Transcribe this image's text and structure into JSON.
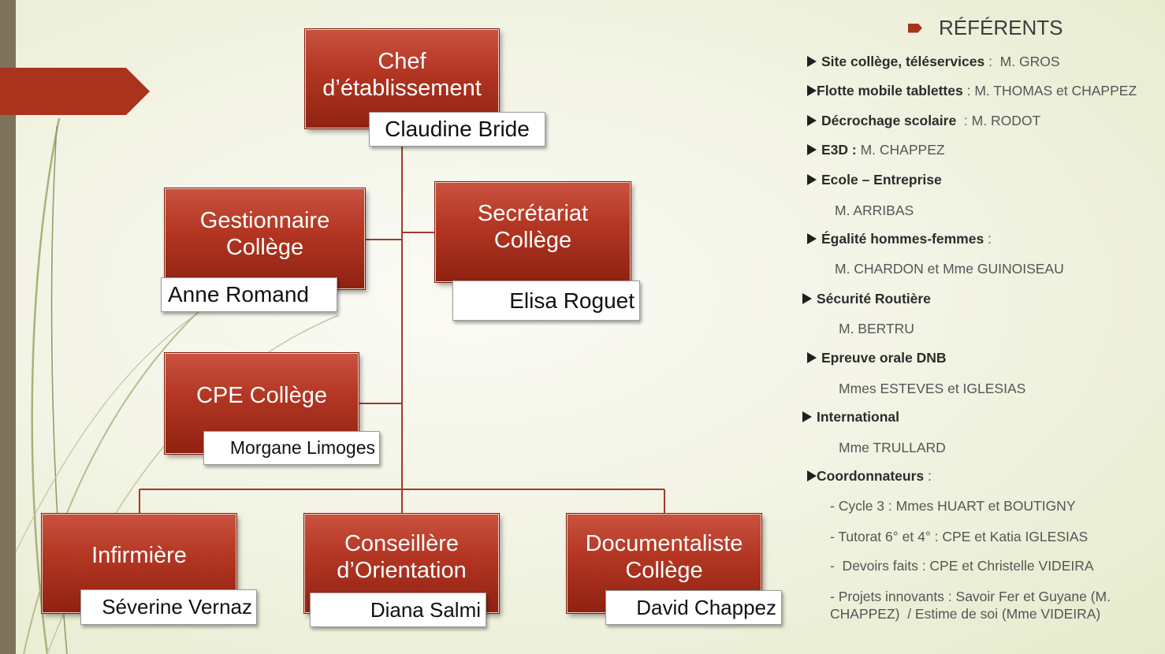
{
  "org": {
    "chef": {
      "line1": "Chef",
      "line2": "d’établissement",
      "name": "Claudine Bride"
    },
    "gestionnaire": {
      "line1": "Gestionnaire",
      "line2": "Collège",
      "name": "Anne Romand"
    },
    "secretariat": {
      "line1": "Secrétariat",
      "line2": "Collège",
      "name": "Elisa Roguet"
    },
    "cpe": {
      "line1": "CPE Collège",
      "name": "Morgane Limoges"
    },
    "infirmiere": {
      "line1": "Infirmière",
      "name": "Séverine Vernaz"
    },
    "conseillere": {
      "line1": "Conseillère",
      "line2": "d’Orientation",
      "name": "Diana Salmi"
    },
    "documentaliste": {
      "line1": "Documentaliste",
      "line2": "Collège",
      "name": "David Chappez"
    }
  },
  "referents": {
    "title": "RÉFÉRENTS",
    "items": [
      {
        "label": "Site collège, téléservices",
        "sep": " :",
        "value": "  M. GROS"
      },
      {
        "label": "Flotte mobile tablettes",
        "sep": " :",
        "value": " M. THOMAS et CHAPPEZ"
      },
      {
        "label": "Décrochage scolaire",
        "sep": "  :",
        "value": " M. RODOT"
      },
      {
        "label": "E3D :",
        "sep": "",
        "value": " M. CHAPPEZ"
      },
      {
        "label": "Ecole – Entreprise",
        "sep": "",
        "value": ""
      },
      {
        "label": "",
        "sep": "",
        "value": "M. ARRIBAS"
      },
      {
        "label": "Égalité hommes-femmes",
        "sep": " :",
        "value": ""
      },
      {
        "label": "",
        "sep": "",
        "value": "M. CHARDON et Mme GUINOISEAU"
      },
      {
        "label": "Sécurité Routière",
        "sep": "",
        "value": ""
      },
      {
        "label": "",
        "sep": "",
        "value": "M. BERTRU"
      },
      {
        "label": "Epreuve orale DNB",
        "sep": "",
        "value": ""
      },
      {
        "label": "",
        "sep": "",
        "value": "Mmes ESTEVES et IGLESIAS"
      },
      {
        "label": "International",
        "sep": "",
        "value": ""
      },
      {
        "label": "",
        "sep": "",
        "value": "Mme TRULLARD"
      },
      {
        "label": "Coordonnateurs",
        "sep": " :",
        "value": ""
      },
      {
        "label": "",
        "sep": "",
        "value": "- Cycle 3 : Mmes HUART et BOUTIGNY"
      },
      {
        "label": "",
        "sep": "",
        "value": "- Tutorat 6° et 4° : CPE et Katia IGLESIAS"
      },
      {
        "label": "",
        "sep": "",
        "value": "-  Devoirs faits : CPE et Christelle VIDEIRA"
      },
      {
        "label": "",
        "sep": "",
        "value": "- Projets innovants : Savoir Fer et Guyane (M. CHAPPEZ)  / Estime de soi (Mme VIDEIRA)"
      }
    ]
  }
}
